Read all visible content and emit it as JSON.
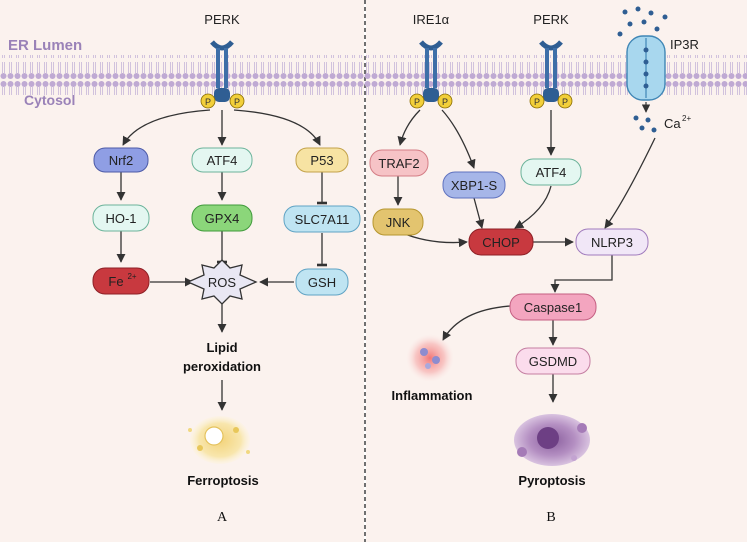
{
  "panel_a": {
    "er_lumen": "ER Lumen",
    "cytosol": "Cytosol",
    "receptor": "PERK",
    "phospho": "P",
    "nodes": {
      "nrf2": "Nrf2",
      "atf4": "ATF4",
      "p53": "P53",
      "ho1": "HO-1",
      "gpx4": "GPX4",
      "slc7a11": "SLC7A11",
      "fe": "Fe",
      "fe_sup": "2+",
      "ros": "ROS",
      "gsh": "GSH"
    },
    "lipid_line1": "Lipid",
    "lipid_line2": "peroxidation",
    "outcome": "Ferroptosis",
    "panel_label": "A"
  },
  "panel_b": {
    "ire1": "IRE1α",
    "perk": "PERK",
    "ip3r": "IP3R",
    "ca": "Ca",
    "ca_sup": "2+",
    "phospho": "P",
    "nodes": {
      "traf2": "TRAF2",
      "xbp1s": "XBP1-S",
      "atf4": "ATF4",
      "jnk": "JNK",
      "chop": "CHOP",
      "nlrp3": "NLRP3",
      "caspase1": "Caspase1",
      "gsdmd": "GSDMD"
    },
    "inflammation": "Inflammation",
    "outcome": "Pyroptosis",
    "panel_label": "B"
  },
  "colors": {
    "background": "#fbf2ee",
    "membrane": "#c9b3d9",
    "membrane_label": "#9a82b8",
    "receptor_blue": "#2f5e93",
    "phospho_yellow": "#f2cf3a",
    "nrf2": "#8f9ee4",
    "green_light": "#e4f7f1",
    "green_dark": "#8bd67a",
    "yellow_node": "#f7e3a3",
    "blue_node": "#bfe4f2",
    "fe_red": "#c8393f",
    "traf2_pink": "#f6c3c6",
    "xbp1_blue": "#a6b6e8",
    "jnk_gold": "#e3c46f",
    "nlrp3_lilac": "#f1e7f7",
    "caspase_pink": "#f3a5bf",
    "gsdmd_pink": "#fbdcec"
  }
}
